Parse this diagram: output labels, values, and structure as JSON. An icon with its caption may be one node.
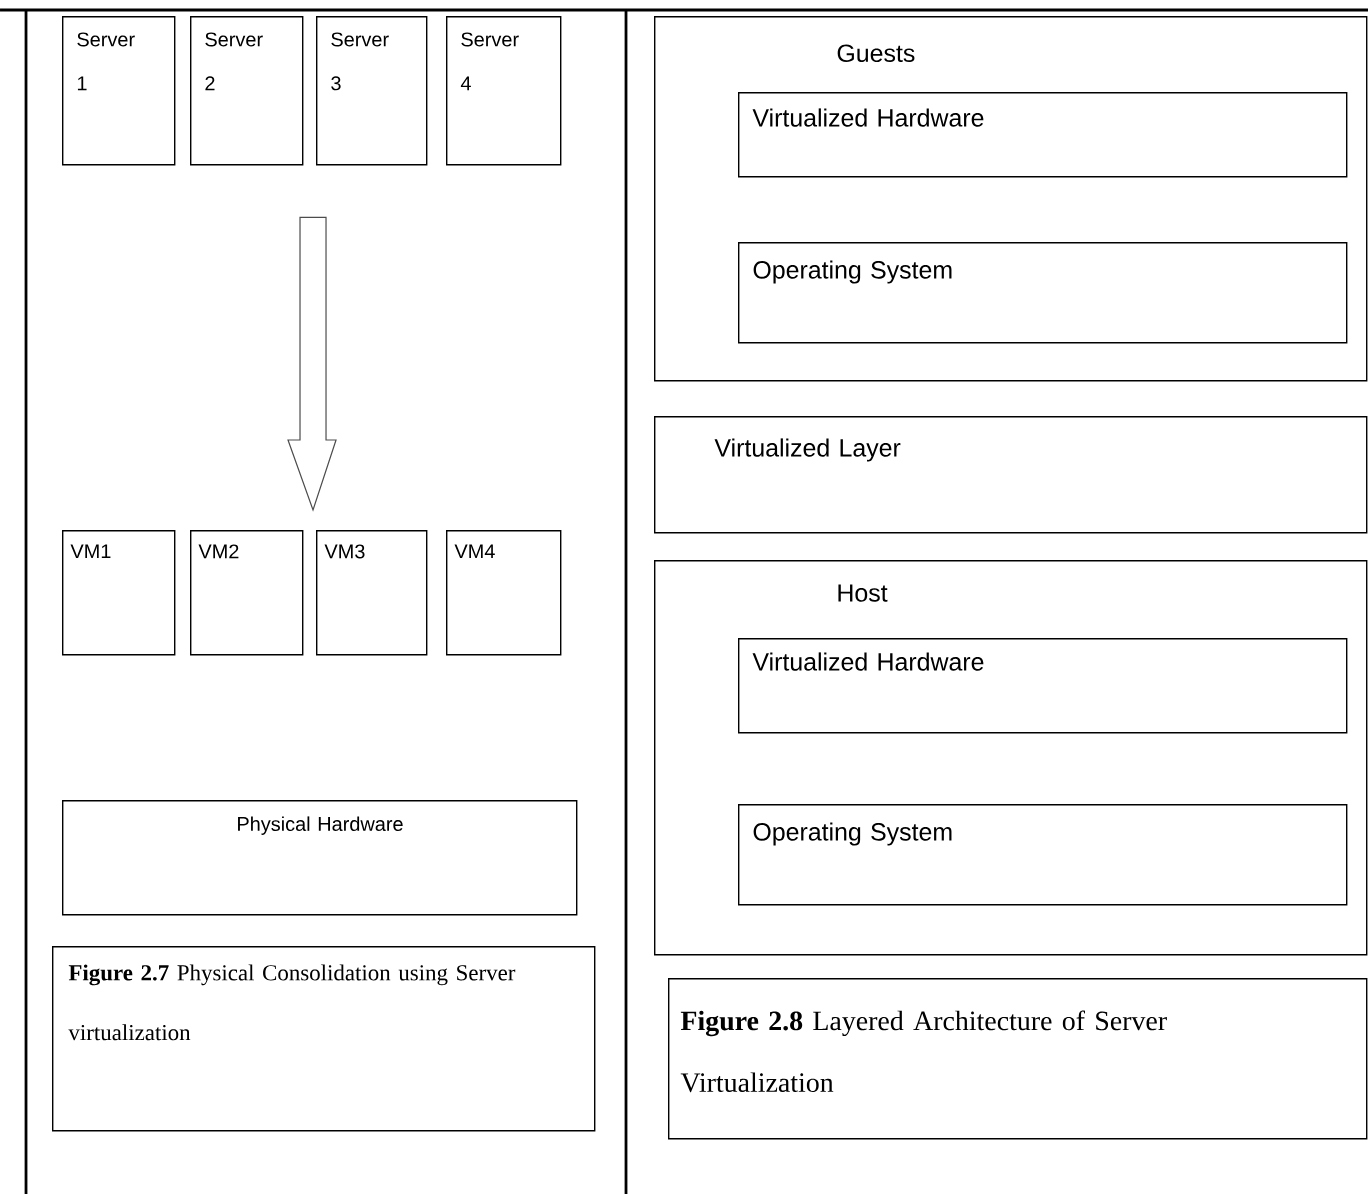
{
  "diagram": {
    "nodes": [
      {
        "text": [
          "Server 1"
        ]
      },
      {
        "text": [
          "Server 2"
        ]
      },
      {
        "text": [
          "Server 3"
        ]
      },
      {
        "text": [
          "Server 4"
        ]
      },
      {
        "text": [
          "VM1"
        ]
      },
      {
        "text": [
          "VM2"
        ]
      },
      {
        "text": [
          "VM3"
        ]
      },
      {
        "text": [
          "VM4"
        ]
      },
      {
        "text": [
          "Physical Hardware"
        ]
      },
      {
        "text": [
          "**Figure 2.7** Physical Consolidation using Server virtualization"
        ]
      },
      {
        "text": [
          "Guests"
        ]
      },
      {
        "text": [
          "Virtualized Hardware"
        ],
        "in": 10
      },
      {
        "text": [
          "Operating System"
        ],
        "in": 10
      },
      {
        "text": [
          "Virtualized Layer"
        ]
      },
      {
        "text": [
          "Host"
        ]
      },
      {
        "text": [
          "Virtualized Hardware"
        ],
        "in": 14
      },
      {
        "text": [
          "Operating System"
        ],
        "in": 14
      },
      {
        "text": [
          "**Figure 2.8** Layered Architecture of Server Virtualization"
        ]
      }
    ],
    "edges": [
      {
        "from": 2,
        "to": 6,
        "arrow": "to"
      }
    ]
  }
}
